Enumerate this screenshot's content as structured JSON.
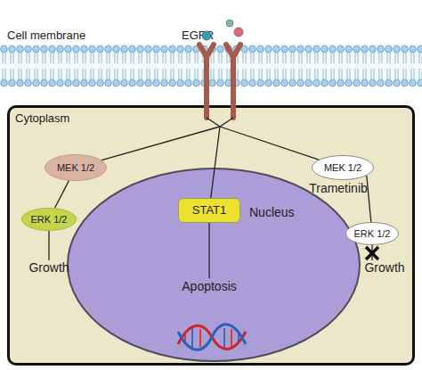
{
  "diagram": {
    "nodes": [
      {
        "text": [
          "Cell membrane"
        ]
      },
      {
        "text": [
          "EGFR"
        ]
      },
      {
        "text": [
          "Cytoplasm"
        ]
      },
      {
        "text": [
          "MEK 1/2"
        ],
        "in": 2
      },
      {
        "text": [
          "ERK 1/2"
        ],
        "in": 2
      },
      {
        "text": [
          "Nucleus"
        ],
        "in": 2
      },
      {
        "text": [
          "STAT1"
        ],
        "in": 5
      },
      {
        "text": [
          "MEK 1/2"
        ],
        "in": 2
      },
      {
        "text": [
          "ERK 1/2"
        ],
        "in": 2
      }
    ],
    "edges": [
      {
        "from": 1,
        "to": 3,
        "arrow": "none"
      },
      {
        "from": 1,
        "to": 6,
        "arrow": "none"
      },
      {
        "from": 1,
        "to": 7,
        "arrow": "none"
      },
      {
        "from": 3,
        "to": 4,
        "arrow": "none"
      },
      {
        "from": 7,
        "to": 8,
        "arrow": "none"
      }
    ],
    "labels": [
      "Growth",
      "Apoptosis",
      "Trametinib",
      "Growth"
    ]
  }
}
